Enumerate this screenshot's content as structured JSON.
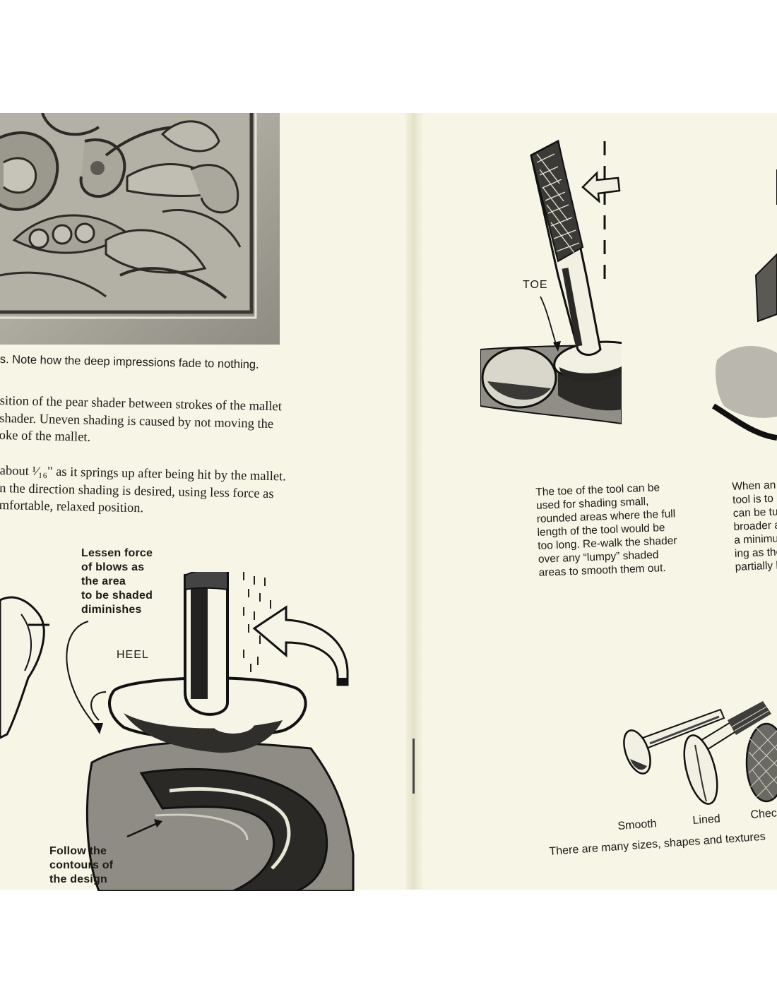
{
  "left_page": {
    "photo_caption": "s. Note how the deep impressions fade to nothing.",
    "paragraph_1": [
      "sition of the pear shader between strokes of the mallet",
      "shader. Uneven shading is caused by not moving the",
      "oke of the mallet."
    ],
    "paragraph_2": [
      "about ¹⁄₁₆\" as it springs up after being hit by the mallet.",
      "n the direction shading is desired, using less force as",
      "mfortable, relaxed position."
    ],
    "illustration_labels": {
      "lessen_force": [
        "Lessen force",
        "of blows as",
        "the area",
        "to be shaded",
        "diminishes"
      ],
      "heel": "HEEL",
      "follow_contours": [
        "Follow the",
        "contours of",
        "the design"
      ]
    }
  },
  "right_page": {
    "toe_label": "TOE",
    "toe_caption": [
      "The toe of the tool can be",
      "used for shading small,",
      "rounded areas where the full",
      "length of the tool would be",
      "too long. Re-walk the shader",
      "over any “lumpy” shaded",
      "areas to smooth them out."
    ],
    "when_caption": [
      "When an",
      "tool is to",
      "can be tu",
      "broader a",
      "a minimu",
      "ing as the",
      "partially b"
    ],
    "tool_labels": [
      "Smooth",
      "Lined",
      "Check"
    ],
    "sizes_caption": "There are many sizes, shapes and textures"
  }
}
